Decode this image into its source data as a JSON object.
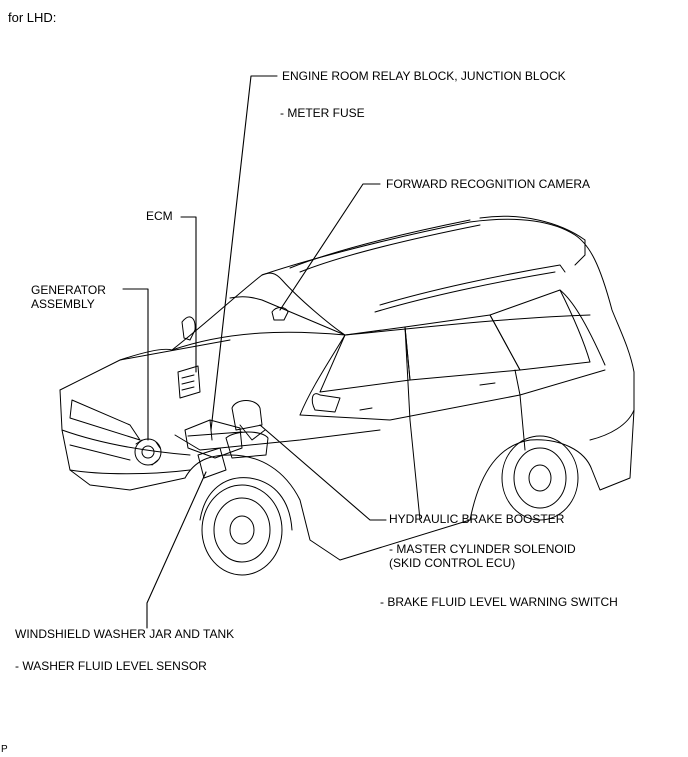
{
  "header": {
    "note": "for LHD:"
  },
  "labels": {
    "relay_block": "ENGINE ROOM RELAY BLOCK, JUNCTION BLOCK",
    "meter_fuse": "- METER FUSE",
    "camera": "FORWARD RECOGNITION CAMERA",
    "ecm": "ECM",
    "generator_1": "GENERATOR",
    "generator_2": "ASSEMBLY",
    "brake_booster": "HYDRAULIC BRAKE BOOSTER",
    "master_cyl_1": "- MASTER CYLINDER SOLENOID",
    "master_cyl_2": "(SKID CONTROL ECU)",
    "brake_fluid": "- BRAKE FLUID LEVEL WARNING SWITCH",
    "washer_jar": "WINDSHIELD WASHER JAR AND TANK",
    "washer_sensor": "- WASHER FLUID LEVEL SENSOR"
  },
  "footer": {
    "code": "P"
  }
}
